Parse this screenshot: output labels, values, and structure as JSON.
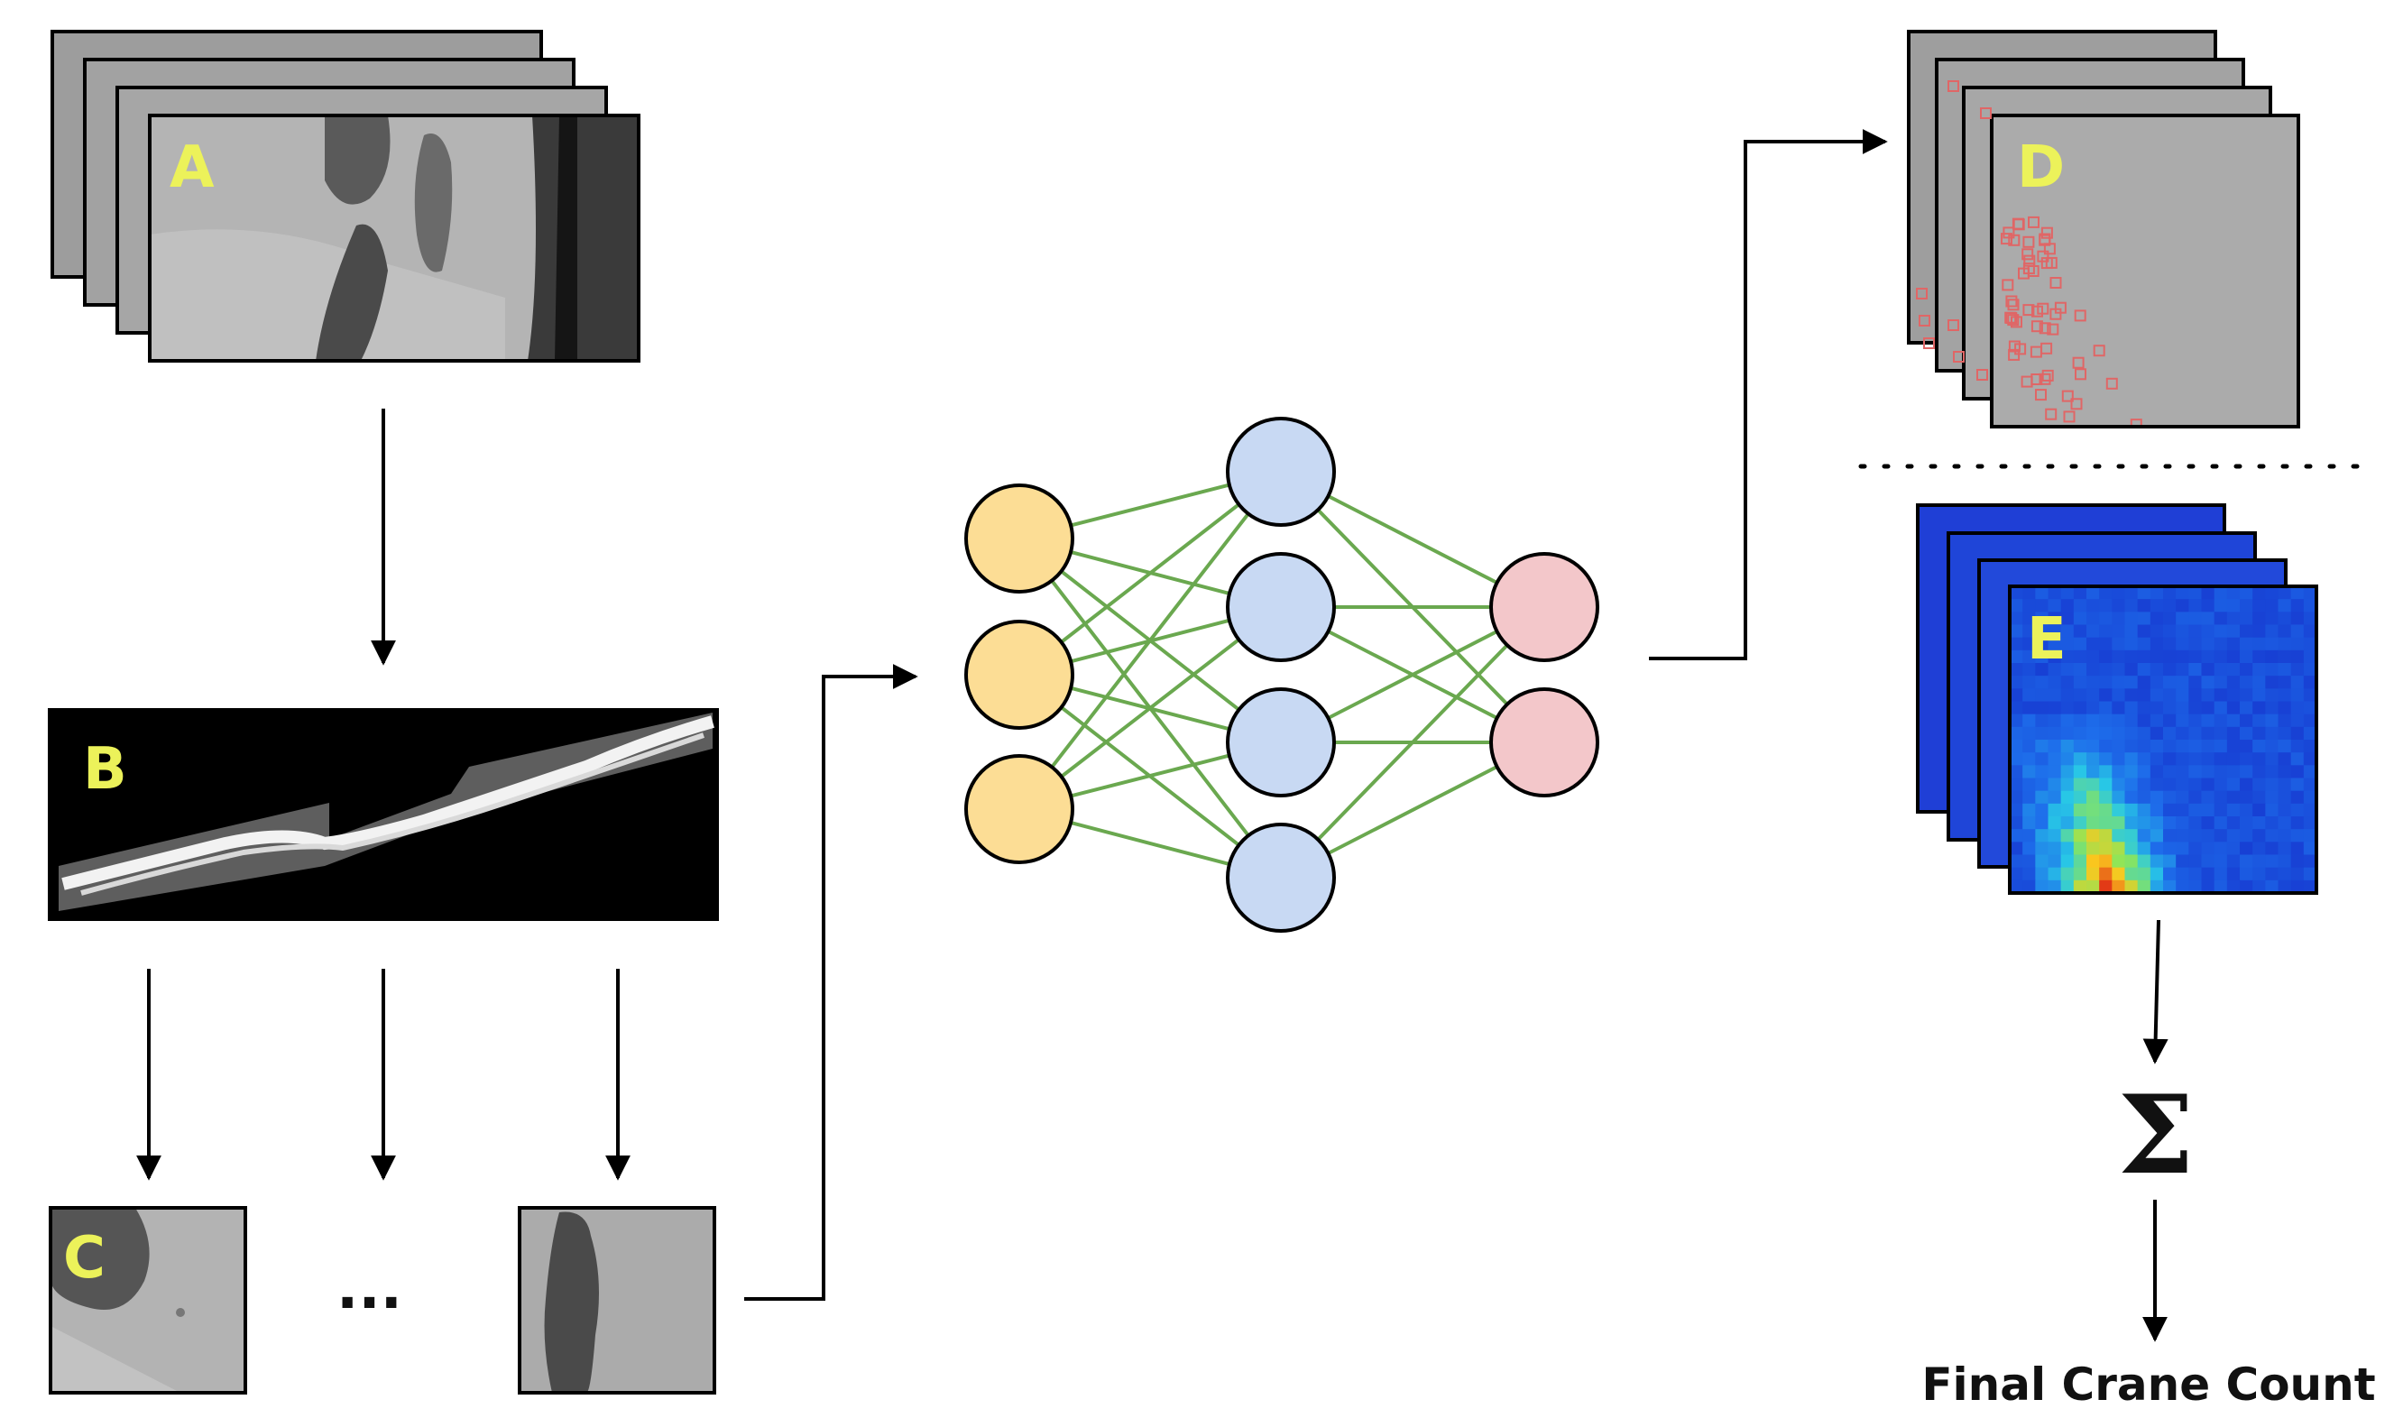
{
  "labels": {
    "panel_a": "A",
    "panel_b": "B",
    "panel_c": "C",
    "panel_d": "D",
    "panel_e": "E",
    "ellipsis": "...",
    "sum_symbol": "Σ",
    "final_count": "Final Crane Count"
  },
  "network": {
    "layers": [
      {
        "name": "input",
        "nodes": 3,
        "fill": "#fcdd95"
      },
      {
        "name": "hidden",
        "nodes": 4,
        "fill": "#c8d9f3"
      },
      {
        "name": "output",
        "nodes": 2,
        "fill": "#f3c7ca"
      }
    ],
    "edge_color": "#6aa84f"
  },
  "colors": {
    "letter": "#ecf25a",
    "arrow": "#000000",
    "frame_gray": "#9d9d9d",
    "annotation_box": "#e06666",
    "heatmap_low": "#1f3fd6",
    "heatmap_high": "#e8211a"
  }
}
